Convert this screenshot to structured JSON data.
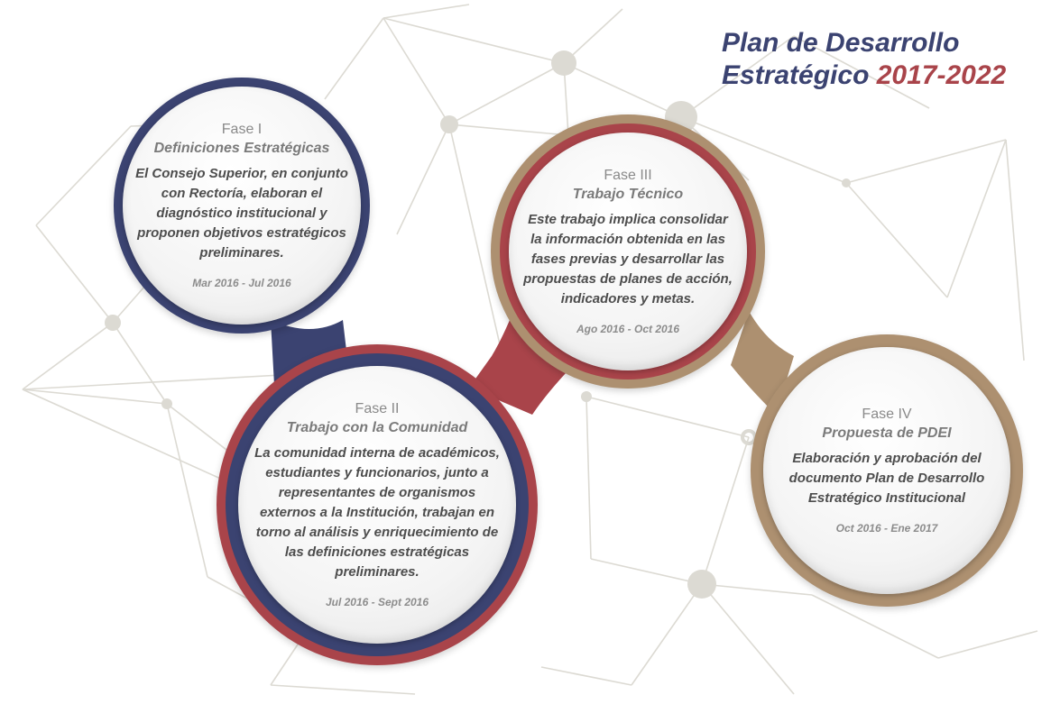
{
  "title": {
    "line1": "Plan de Desarrollo",
    "line2": "Estratégico",
    "years": "2017-2022"
  },
  "colors": {
    "navy": "#3b4371",
    "red": "#a9444a",
    "tan": "#ad9070",
    "network": "#dcdad3"
  },
  "phases": [
    {
      "number": "Fase I",
      "name": "Definiciones Estratégicas",
      "description": "El Consejo Superior, en conjunto con Rectoría, elaboran el diagnóstico institucional y proponen objetivos estratégicos preliminares.",
      "dates": "Mar 2016 - Jul 2016"
    },
    {
      "number": "Fase II",
      "name": "Trabajo con la Comunidad",
      "description": "La comunidad interna de académicos, estudiantes y funcionarios, junto a representantes de organismos externos a la Institución, trabajan en torno al análisis y enriquecimiento de las definiciones estratégicas preliminares.",
      "dates": "Jul 2016 - Sept 2016"
    },
    {
      "number": "Fase III",
      "name": "Trabajo Técnico",
      "description": "Este trabajo implica consolidar la información obtenida en las fases previas y desarrollar las propuestas de planes de acción, indicadores y metas.",
      "dates": "Ago 2016 - Oct 2016"
    },
    {
      "number": "Fase IV",
      "name": "Propuesta de PDEI",
      "description": "Elaboración y aprobación del documento Plan de Desarrollo Estratégico Institucional",
      "dates": "Oct 2016 - Ene 2017"
    }
  ]
}
